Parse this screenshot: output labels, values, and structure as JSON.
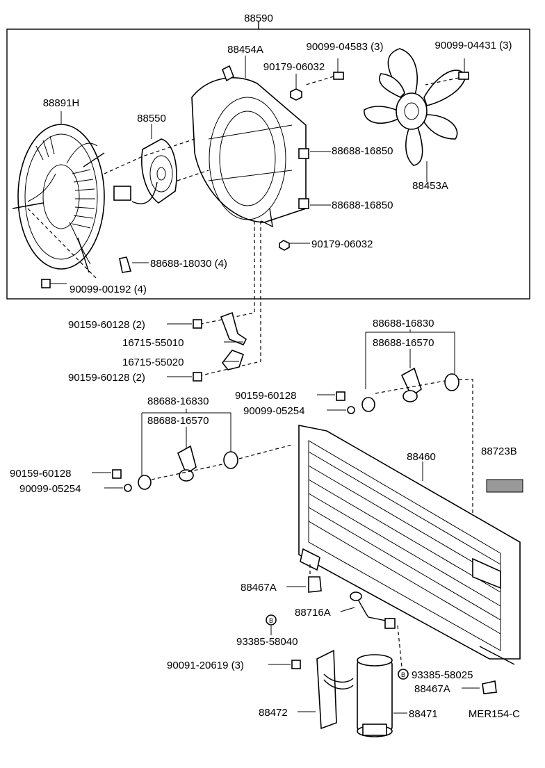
{
  "diagram": {
    "group_label": "88590",
    "footer_code": "MER154-C",
    "circle_marker": "B",
    "labels": {
      "fan_shroud": "88454A",
      "bolt_04583": "90099-04583 (3)",
      "bolt_04431": "90099-04431 (3)",
      "nut_06032_top": "90179-06032",
      "fan_shroud_cover": "88891H",
      "fan_motor": "88550",
      "cushion_16850_a": "88688-16850",
      "fan_blade": "88453A",
      "cushion_16850_b": "88688-16850",
      "nut_06032_bottom": "90179-06032",
      "cushion_18030": "88688-18030 (4)",
      "bolt_00192": "90099-00192 (4)",
      "bolt_60128_a": "90159-60128 (2)",
      "bracket_55010": "16715-55010",
      "bracket_55020": "16715-55020",
      "bolt_60128_b": "90159-60128 (2)",
      "cushion_16830_right": "88688-16830",
      "cushion_16570_right": "88688-16570",
      "bolt_60128_right": "90159-60128",
      "nut_05254_right": "90099-05254",
      "cushion_16830_left": "88688-16830",
      "cushion_16570_left": "88688-16570",
      "condenser": "88460",
      "label_plate": "88723B",
      "bolt_60128_left": "90159-60128",
      "nut_05254_left": "90099-05254",
      "cushion_467a_a": "88467A",
      "pipe_716a": "88716A",
      "oring_58040": "93385-58040",
      "bolt_20619": "90091-20619 (3)",
      "oring_58025": "93385-58025",
      "cushion_467a_b": "88467A",
      "bracket_88472": "88472",
      "receiver_88471": "88471"
    }
  }
}
